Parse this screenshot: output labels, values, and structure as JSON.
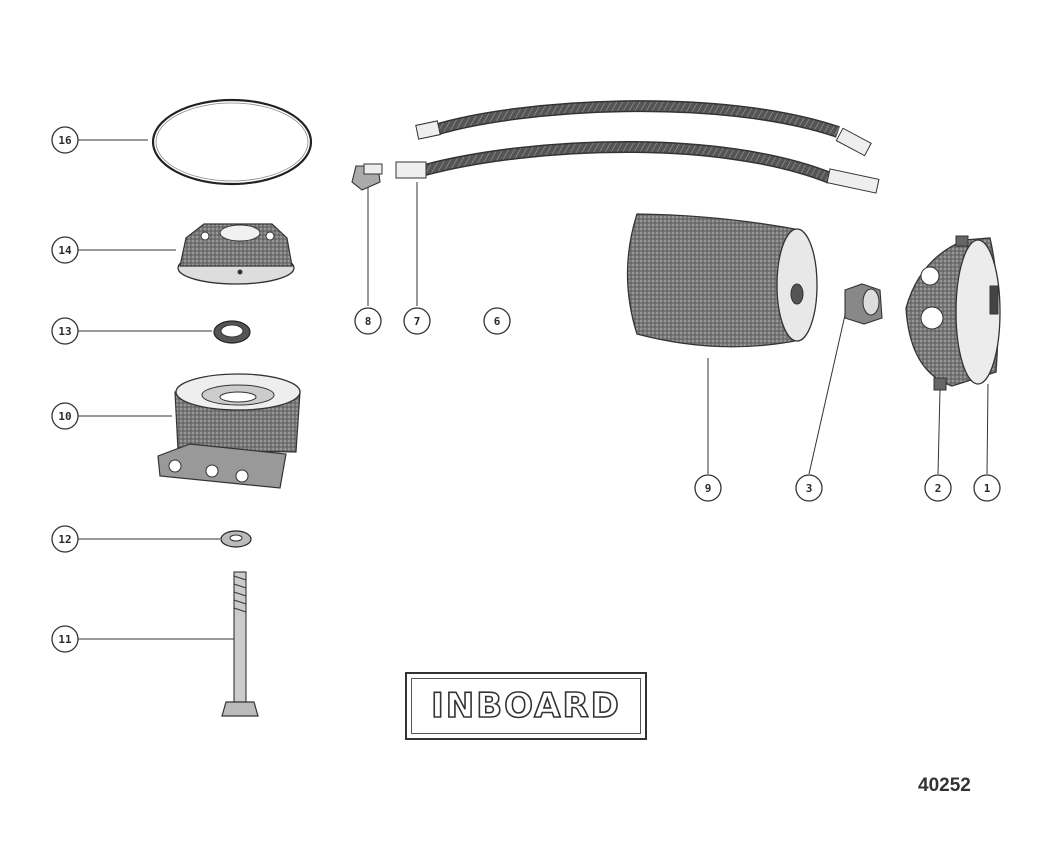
{
  "callouts": {
    "c1": "1",
    "c2": "2",
    "c3": "3",
    "c6": "6",
    "c7": "7",
    "c8": "8",
    "c9": "9",
    "c10": "10",
    "c11": "11",
    "c12": "12",
    "c13": "13",
    "c14": "14",
    "c16": "16"
  },
  "badge": {
    "label": "INBOARD"
  },
  "figure_number": "40252",
  "colors": {
    "ink": "#333333",
    "paper": "#ffffff",
    "shade": "#6a6a6a"
  }
}
